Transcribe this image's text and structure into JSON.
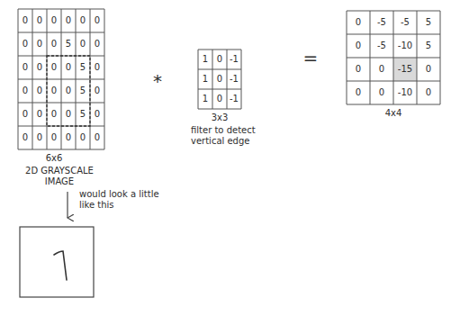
{
  "diagram": {
    "labels": [
      "0",
      "0",
      "0",
      "0",
      "0",
      "0",
      "0",
      "0",
      "0",
      "5",
      "0",
      "0",
      "0",
      "0",
      "0",
      "0",
      "5",
      "0",
      "0",
      "0",
      "0",
      "0",
      "5",
      "0",
      "0",
      "0",
      "0",
      "0",
      "5",
      "0",
      "0",
      "0",
      "0",
      "0",
      "0",
      "0",
      "6x6",
      "2D GRAYSCALE IMAGE",
      "*",
      "1",
      "0",
      "-1",
      "1",
      "0",
      "-1",
      "1",
      "0",
      "-1",
      "3x3",
      "filter to detect vertical edge",
      "=",
      "0",
      "-5",
      "-5",
      "5",
      "0",
      "-5",
      "-10",
      "5",
      "0",
      "0",
      "-15",
      "0",
      "0",
      "0",
      "-10",
      "0",
      "4x4",
      "would look a little like this"
    ]
  }
}
